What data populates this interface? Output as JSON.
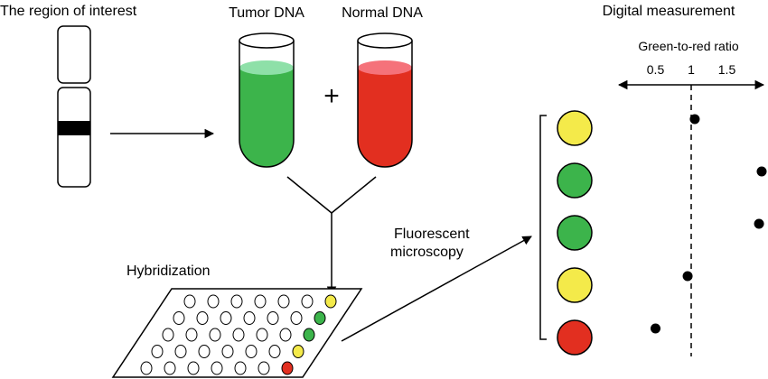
{
  "labels": {
    "region": "The region of interest",
    "tumor": "Tumor DNA",
    "normal": "Normal DNA",
    "plus": "+",
    "hybridization": "Hybridization",
    "fluorescent_line1": "Fluorescent",
    "fluorescent_line2": "microscopy",
    "digital": "Digital measurement",
    "ratio_axis_label": "Green-to-red ratio",
    "ticks": [
      "0.5",
      "1",
      "1.5"
    ]
  },
  "colors": {
    "green": "#3cb44b",
    "green_light": "#8ee0a8",
    "red": "#e22f20",
    "red_light": "#f5727a",
    "yellow": "#f4ea4a"
  },
  "plate": {
    "rows": 5,
    "cols": 7,
    "colored_wells": [
      {
        "row": 0,
        "col": 6,
        "color": "yellow"
      },
      {
        "row": 1,
        "col": 6,
        "color": "green"
      },
      {
        "row": 2,
        "col": 6,
        "color": "green"
      },
      {
        "row": 3,
        "col": 6,
        "color": "yellow"
      },
      {
        "row": 4,
        "col": 6,
        "color": "red"
      }
    ]
  },
  "measurements": {
    "tick_values": [
      0.5,
      1,
      1.5
    ],
    "spots": [
      {
        "color": "yellow",
        "ratio": 1.05
      },
      {
        "color": "green",
        "ratio": 2.0
      },
      {
        "color": "green",
        "ratio": 1.95
      },
      {
        "color": "yellow",
        "ratio": 0.95
      },
      {
        "color": "red",
        "ratio": 0.5
      }
    ]
  }
}
